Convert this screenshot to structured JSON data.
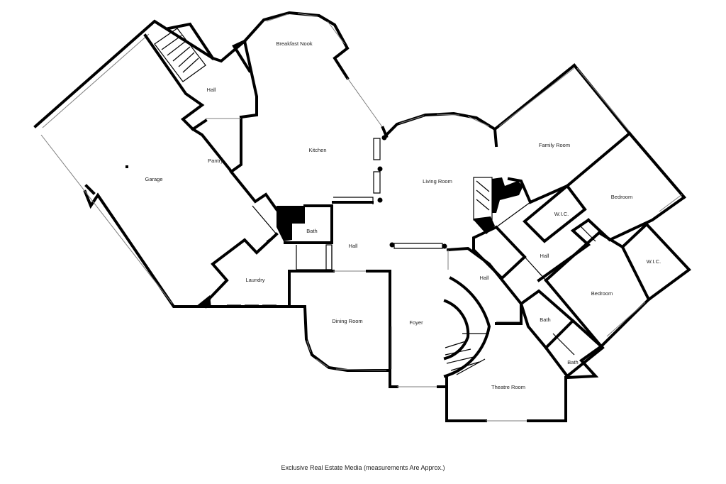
{
  "rooms": {
    "breakfast_nook": "Breakfast Nook",
    "hall_upper": "Hall",
    "kitchen": "Kitchen",
    "pantry": "Pantry",
    "garage": "Garage",
    "living_room": "Living Room",
    "family_room": "Family Room",
    "bedroom_1": "Bedroom",
    "wic_1": "W.I.C.",
    "bath_center": "Bath",
    "hall_center": "Hall",
    "hall_east": "Hall",
    "hall_foyer": "Hall",
    "laundry": "Laundry",
    "dining_room": "Dining Room",
    "foyer": "Foyer",
    "bedroom_2": "Bedroom",
    "wic_2": "W.I.C.",
    "bath_east_1": "Bath",
    "bath_east_2": "Bath",
    "theatre_room": "Theatre Room"
  },
  "footer": "Exclusive Real Estate Media (measurements Are Approx.)"
}
